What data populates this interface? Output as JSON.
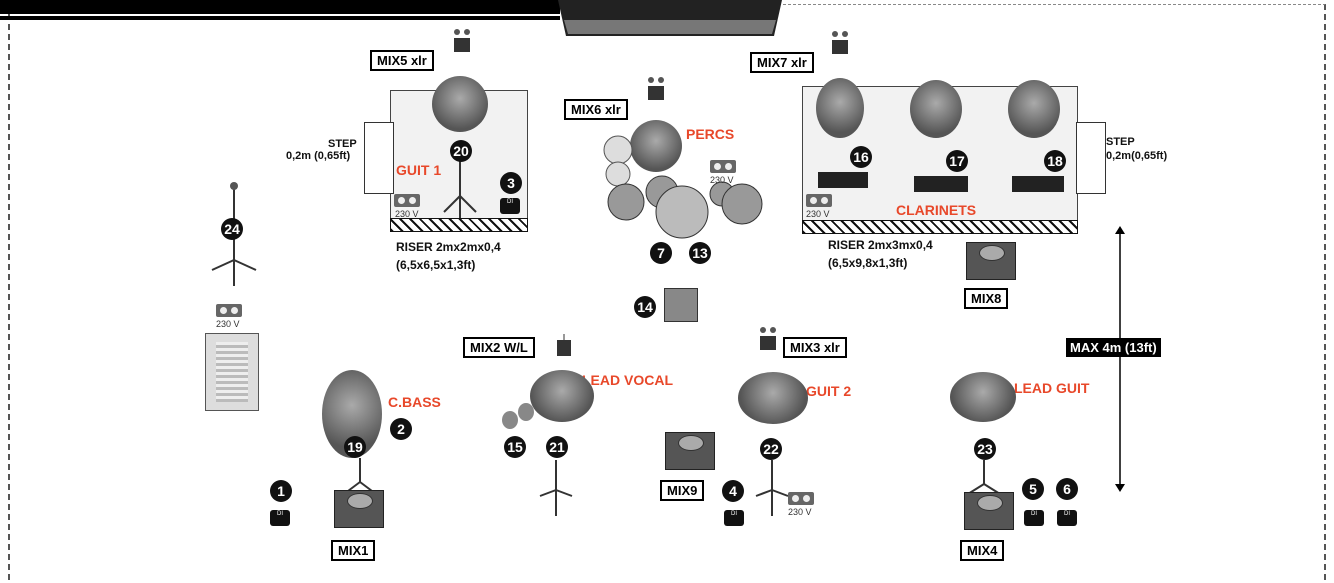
{
  "labels": {
    "mix5": "MIX5 xlr",
    "mix6": "MIX6 xlr",
    "mix7": "MIX7 xlr",
    "mix2": "MIX2 W/L",
    "mix3": "MIX3 xlr",
    "mix8": "MIX8",
    "mix9": "MIX9",
    "mix1": "MIX1",
    "mix4": "MIX4",
    "max": "MAX 4m (13ft)"
  },
  "roles": {
    "guit1": "GUIT 1",
    "percs": "PERCS",
    "clarinets": "CLARINETS",
    "cbass": "C.BASS",
    "lead_vocal": "LEAD VOCAL",
    "guit2": "GUIT 2",
    "lead_guit": "LEAD GUIT"
  },
  "text": {
    "step_left_1": "STEP",
    "step_left_2": "0,2m (0,65ft)",
    "step_right_1": "STEP",
    "step_right_2": "0,2m(0,65ft)",
    "riser_left_1": "RISER 2mx2mx0,4",
    "riser_left_2": "(6,5x6,5x1,3ft)",
    "riser_right_1": "RISER 2mx3mx0,4",
    "riser_right_2": "(6,5x9,8x1,3ft)",
    "v230": "230 V"
  },
  "numbers": [
    "1",
    "2",
    "3",
    "4",
    "5",
    "6",
    "7",
    "13",
    "14",
    "15",
    "16",
    "17",
    "18",
    "19",
    "20",
    "21",
    "22",
    "23",
    "24"
  ]
}
